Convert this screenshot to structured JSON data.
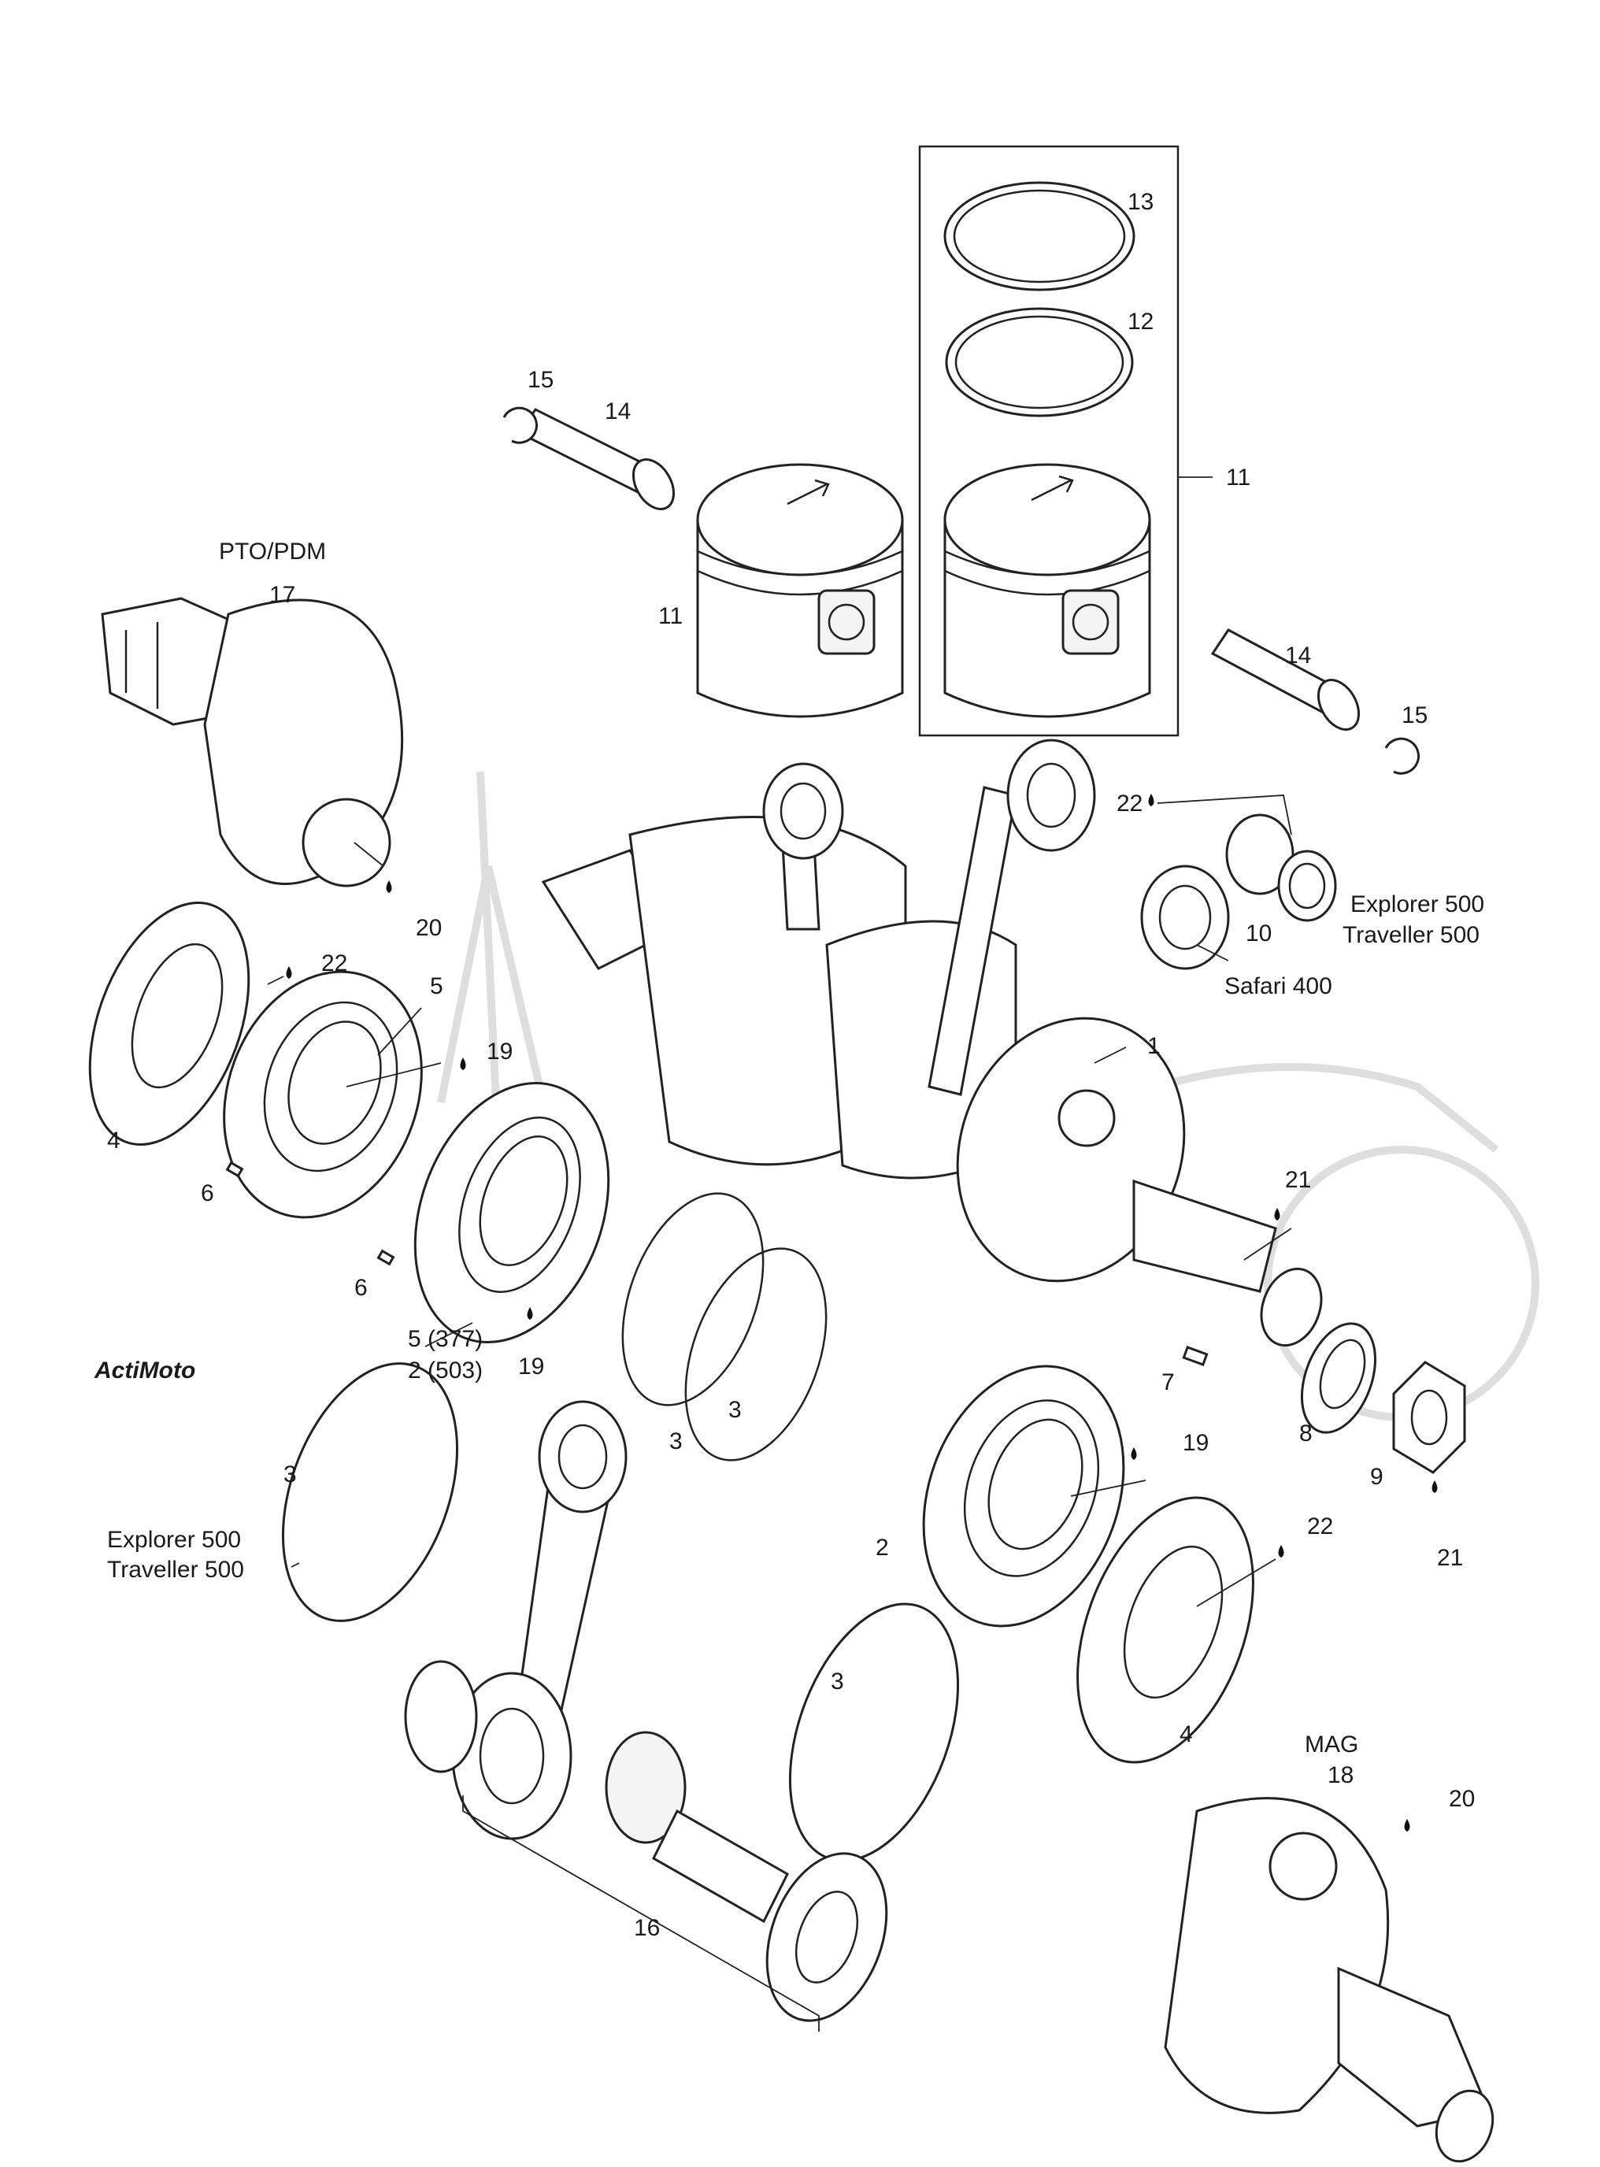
{
  "watermark": {
    "text": "ActiMoto"
  },
  "callouts": {
    "c1": "1",
    "c2a": "2",
    "c3a": "3",
    "c3b": "3",
    "c3c": "3",
    "c3d": "3",
    "c4a": "4",
    "c4b": "4",
    "c5": "5",
    "c5_377": "5 (377)",
    "c2_503": "2 (503)",
    "c6a": "6",
    "c6b": "6",
    "c7": "7",
    "c8": "8",
    "c9": "9",
    "c10": "10",
    "c11a": "11",
    "c11b": "11",
    "c12": "12",
    "c13": "13",
    "c14a": "14",
    "c14b": "14",
    "c15a": "15",
    "c15b": "15",
    "c16": "16",
    "c17": "17",
    "c18": "18",
    "c19a": "19",
    "c19b": "19",
    "c19c": "19",
    "c20a": "20",
    "c20b": "20",
    "c21a": "21",
    "c21b": "21",
    "c22a": "22",
    "c22b": "22",
    "c22c": "22"
  },
  "labels": {
    "pto": "PTO/PDM",
    "mag": "MAG",
    "explorer_1": "Explorer 500",
    "traveller_1": "Traveller 500",
    "explorer_2": "Explorer 500",
    "traveller_2": "Traveller 500",
    "safari": "Safari 400"
  }
}
